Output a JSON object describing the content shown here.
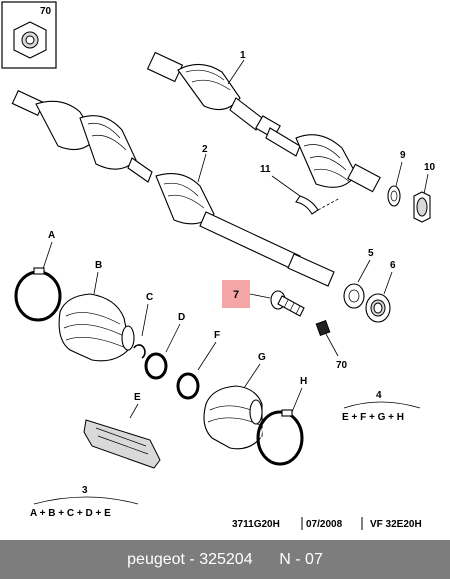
{
  "callouts": {
    "c1": "1",
    "c2": "2",
    "c4": "4",
    "c5": "5",
    "c6": "6",
    "c7": "7",
    "c9": "9",
    "c10": "10",
    "c11": "11",
    "c70a": "70",
    "c70b": "70",
    "cA": "A",
    "cB": "B",
    "cC": "C",
    "cD": "D",
    "cE": "E",
    "cF": "F",
    "cG": "G",
    "cH": "H",
    "c3": "3"
  },
  "kits": {
    "kit3_formula": "A + B + C + D + E",
    "kit4_formula": "E + F + G + H"
  },
  "references": {
    "code": "3711G20H",
    "date": "07/2008",
    "variant": "VF 32E20H"
  },
  "highlight_color": "#f4a6a6",
  "footer": {
    "brand": "peugeot",
    "part_number": "325204",
    "page": "N - 07"
  }
}
